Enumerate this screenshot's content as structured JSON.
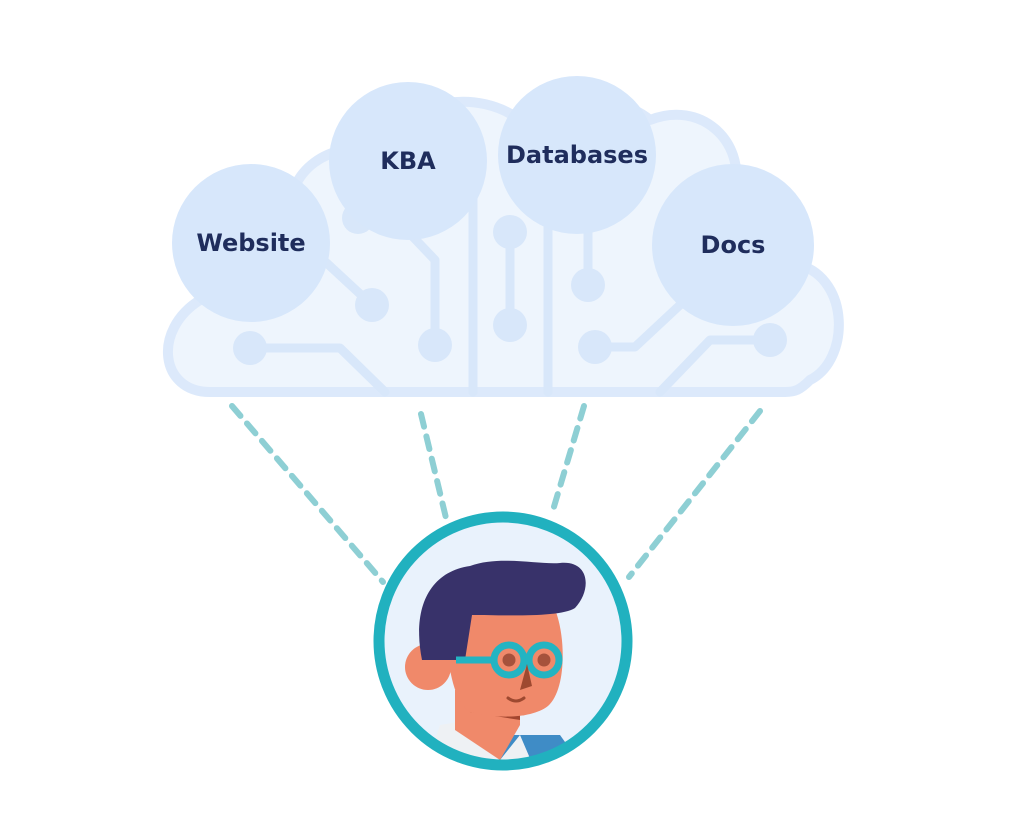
{
  "colors": {
    "cloud_fill": "#eef5fd",
    "cloud_stroke": "#dce9fb",
    "circuit": "#d8e7fa",
    "bubble": "#d7e7fb",
    "label_text": "#1f2d5c",
    "connector": "#8ecfd4",
    "avatar_ring": "#21b1bf",
    "avatar_bg": "#e9f2fc",
    "hair": "#38326a",
    "skin": "#f0896a",
    "glasses": "#23b4c2",
    "eye": "#a6523c",
    "shirt": "#eef1f4",
    "jacket": "#3f8cc6"
  },
  "diagram": {
    "sources": [
      {
        "label": "Website",
        "icon": "website-source-node"
      },
      {
        "label": "KBA",
        "icon": "kba-source-node"
      },
      {
        "label": "Databases",
        "icon": "databases-source-node"
      },
      {
        "label": "Docs",
        "icon": "docs-source-node"
      }
    ],
    "cloud_icon": "knowledge-cloud",
    "avatar_icon": "user-with-glasses-avatar"
  }
}
